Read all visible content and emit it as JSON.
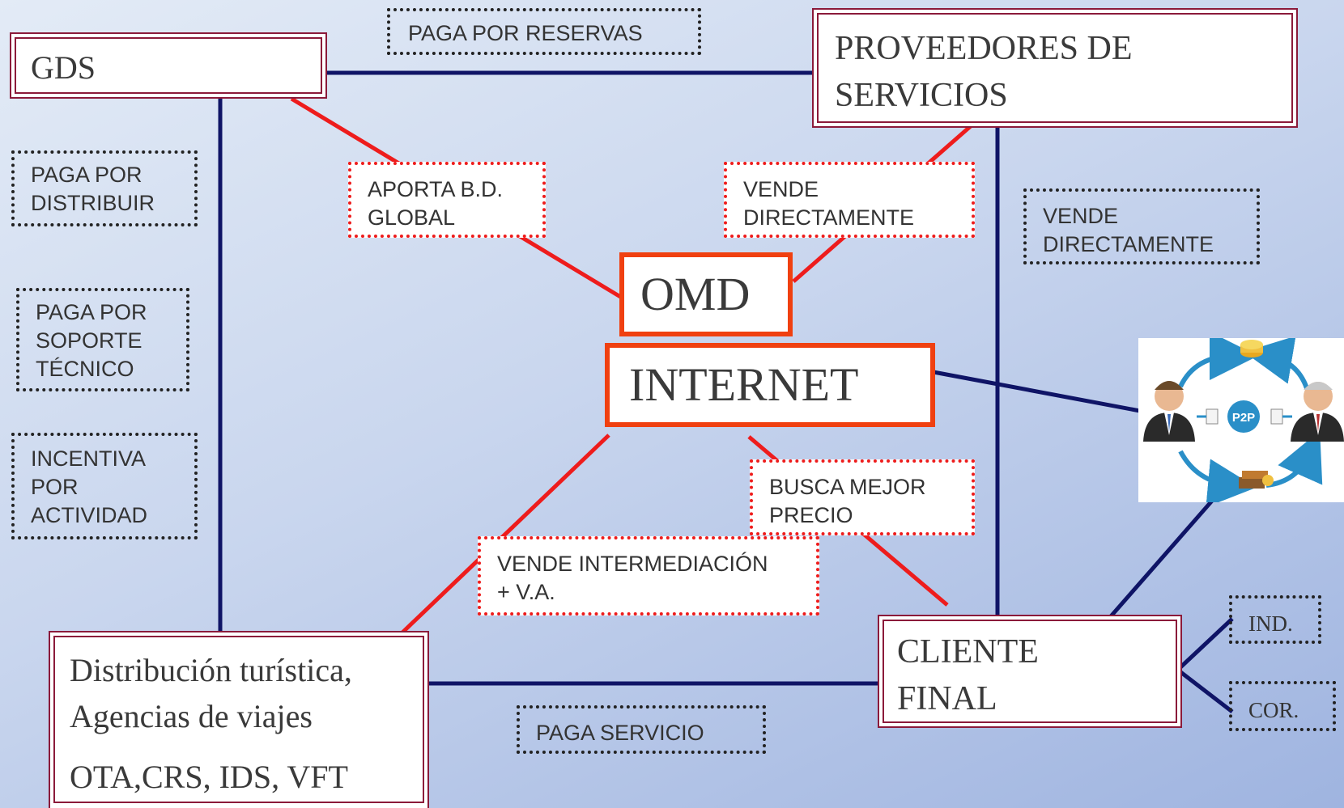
{
  "nodes": {
    "gds": "GDS",
    "providers": [
      "PROVEEDORES DE",
      "SERVICIOS"
    ],
    "omd": "OMD",
    "internet": "INTERNET",
    "distribution": [
      "Distribución turística,",
      "Agencias de viajes",
      "OTA,CRS, IDS, VFT"
    ],
    "client": [
      "CLIENTE",
      "FINAL"
    ]
  },
  "labels": {
    "paga_reservas": "PAGA POR  RESERVAS",
    "paga_distribuir": [
      "PAGA POR",
      "DISTRIBUIR"
    ],
    "paga_soporte": [
      "PAGA POR",
      "SOPORTE",
      "TÉCNICO"
    ],
    "incentiva": [
      "INCENTIVA",
      "POR",
      "ACTIVIDAD"
    ],
    "aporta_bd": [
      "APORTA B.D.",
      "GLOBAL"
    ],
    "vende_directamente_red": [
      "VENDE",
      "DIRECTAMENTE"
    ],
    "vende_directamente": [
      "VENDE",
      "DIRECTAMENTE"
    ],
    "busca_precio": [
      "BUSCA MEJOR",
      "PRECIO"
    ],
    "vende_intermediacion": [
      "VENDE  INTERMEDIACIÓN",
      "+ V.A."
    ],
    "paga_servicio": "PAGA SERVICIO",
    "ind": "IND.",
    "cor": "COR."
  },
  "p2p_graphic": {
    "badge": "P2P"
  },
  "colors": {
    "navy_line": "#0f1466",
    "red_line": "#ee1c1c",
    "box_border": "#8b1a3a",
    "hot_border": "#f04010"
  }
}
